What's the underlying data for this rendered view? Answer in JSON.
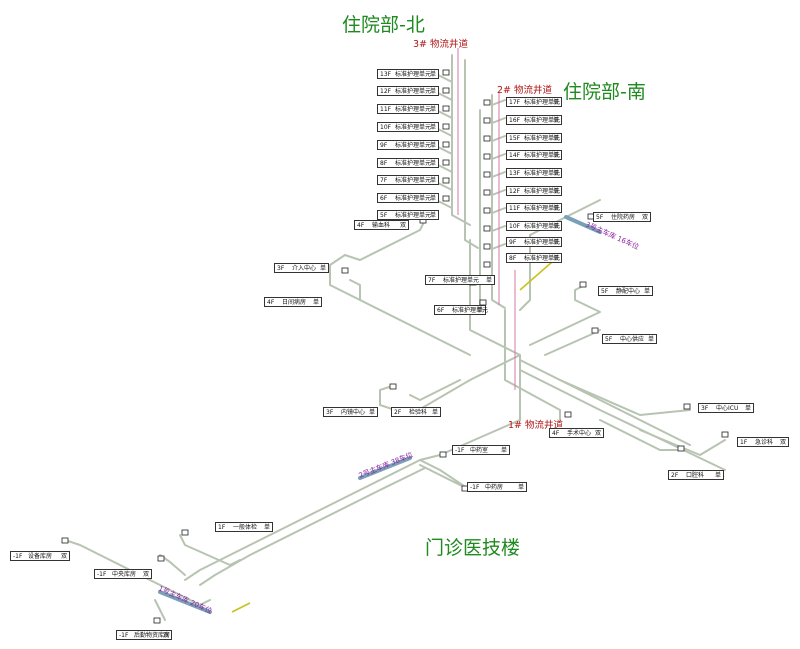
{
  "buildings": {
    "north": "住院部-北",
    "south": "住院部-南",
    "clinic": "门诊医技楼"
  },
  "shafts": {
    "s3": "3# 物流井道",
    "s2": "2# 物流井道",
    "s1": "1# 物流井道"
  },
  "transfer_labels": {
    "t3": "3号主车库 16车位",
    "t2": "2号主车库 38车位",
    "t1": "1号主车库 20车位"
  },
  "stations": [
    {
      "floor": "13F",
      "name": "标准护理单元",
      "type": "单"
    },
    {
      "floor": "12F",
      "name": "标准护理单元",
      "type": "单"
    },
    {
      "floor": "11F",
      "name": "标准护理单元",
      "type": "单"
    },
    {
      "floor": "10F",
      "name": "标准护理单元",
      "type": "单"
    },
    {
      "floor": "9F",
      "name": "标准护理单元",
      "type": "单"
    },
    {
      "floor": "8F",
      "name": "标准护理单元",
      "type": "单"
    },
    {
      "floor": "7F",
      "name": "标准护理单元",
      "type": "单"
    },
    {
      "floor": "6F",
      "name": "标准护理单元",
      "type": "单"
    },
    {
      "floor": "5F",
      "name": "标准护理单元",
      "type": "单"
    },
    {
      "floor": "17F",
      "name": "标准护理单元",
      "type": "单"
    },
    {
      "floor": "16F",
      "name": "标准护理单元",
      "type": "单"
    },
    {
      "floor": "15F",
      "name": "标准护理单元",
      "type": "单"
    },
    {
      "floor": "14F",
      "name": "标准护理单元",
      "type": "单"
    },
    {
      "floor": "13F",
      "name": "标准护理单元",
      "type": "单"
    },
    {
      "floor": "12F",
      "name": "标准护理单元",
      "type": "单"
    },
    {
      "floor": "11F",
      "name": "标准护理单元",
      "type": "单"
    },
    {
      "floor": "10F",
      "name": "标准护理单元",
      "type": "单"
    },
    {
      "floor": "9F",
      "name": "标准护理单元",
      "type": "单"
    },
    {
      "floor": "8F",
      "name": "标准护理单元",
      "type": "单"
    },
    {
      "floor": "7F",
      "name": "标准护理单元",
      "type": "单"
    },
    {
      "floor": "6F",
      "name": "标准护理单元",
      "type": "单"
    },
    {
      "floor": "4F",
      "name": "输血科",
      "type": "双"
    },
    {
      "floor": "3F",
      "name": "介入中心",
      "type": "单"
    },
    {
      "floor": "4F",
      "name": "日间病房",
      "type": "单"
    },
    {
      "floor": "5F",
      "name": "住院药房",
      "type": "双"
    },
    {
      "floor": "5F",
      "name": "静配中心",
      "type": "单"
    },
    {
      "floor": "5F",
      "name": "中心供应",
      "type": "单"
    },
    {
      "floor": "3F",
      "name": "内镜中心",
      "type": "单"
    },
    {
      "floor": "2F",
      "name": "检验科",
      "type": "单"
    },
    {
      "floor": "3F",
      "name": "中心ICU",
      "type": "单"
    },
    {
      "floor": "4F",
      "name": "手术中心",
      "type": "双"
    },
    {
      "floor": "1F",
      "name": "急诊科",
      "type": "双"
    },
    {
      "floor": "2F",
      "name": "口腔科",
      "type": "单"
    },
    {
      "floor": "-1F",
      "name": "中药室",
      "type": "单"
    },
    {
      "floor": "-1F",
      "name": "中药房",
      "type": "单"
    },
    {
      "floor": "1F",
      "name": "一般体检",
      "type": "单"
    },
    {
      "floor": "-1F",
      "name": "设备库房",
      "type": "双"
    },
    {
      "floor": "-1F",
      "name": "中央库房",
      "type": "双"
    },
    {
      "floor": "-1F",
      "name": "后勤物资库房",
      "type": "双"
    }
  ],
  "colors": {
    "building_label": "#1f8a1f",
    "shaft_label": "#b01818",
    "transfer_label": "#8a1fa0",
    "pipe": "#b8c4b2",
    "highlight_pipe": "#c8c31a",
    "shaft_pipe": "#d47aa8"
  }
}
